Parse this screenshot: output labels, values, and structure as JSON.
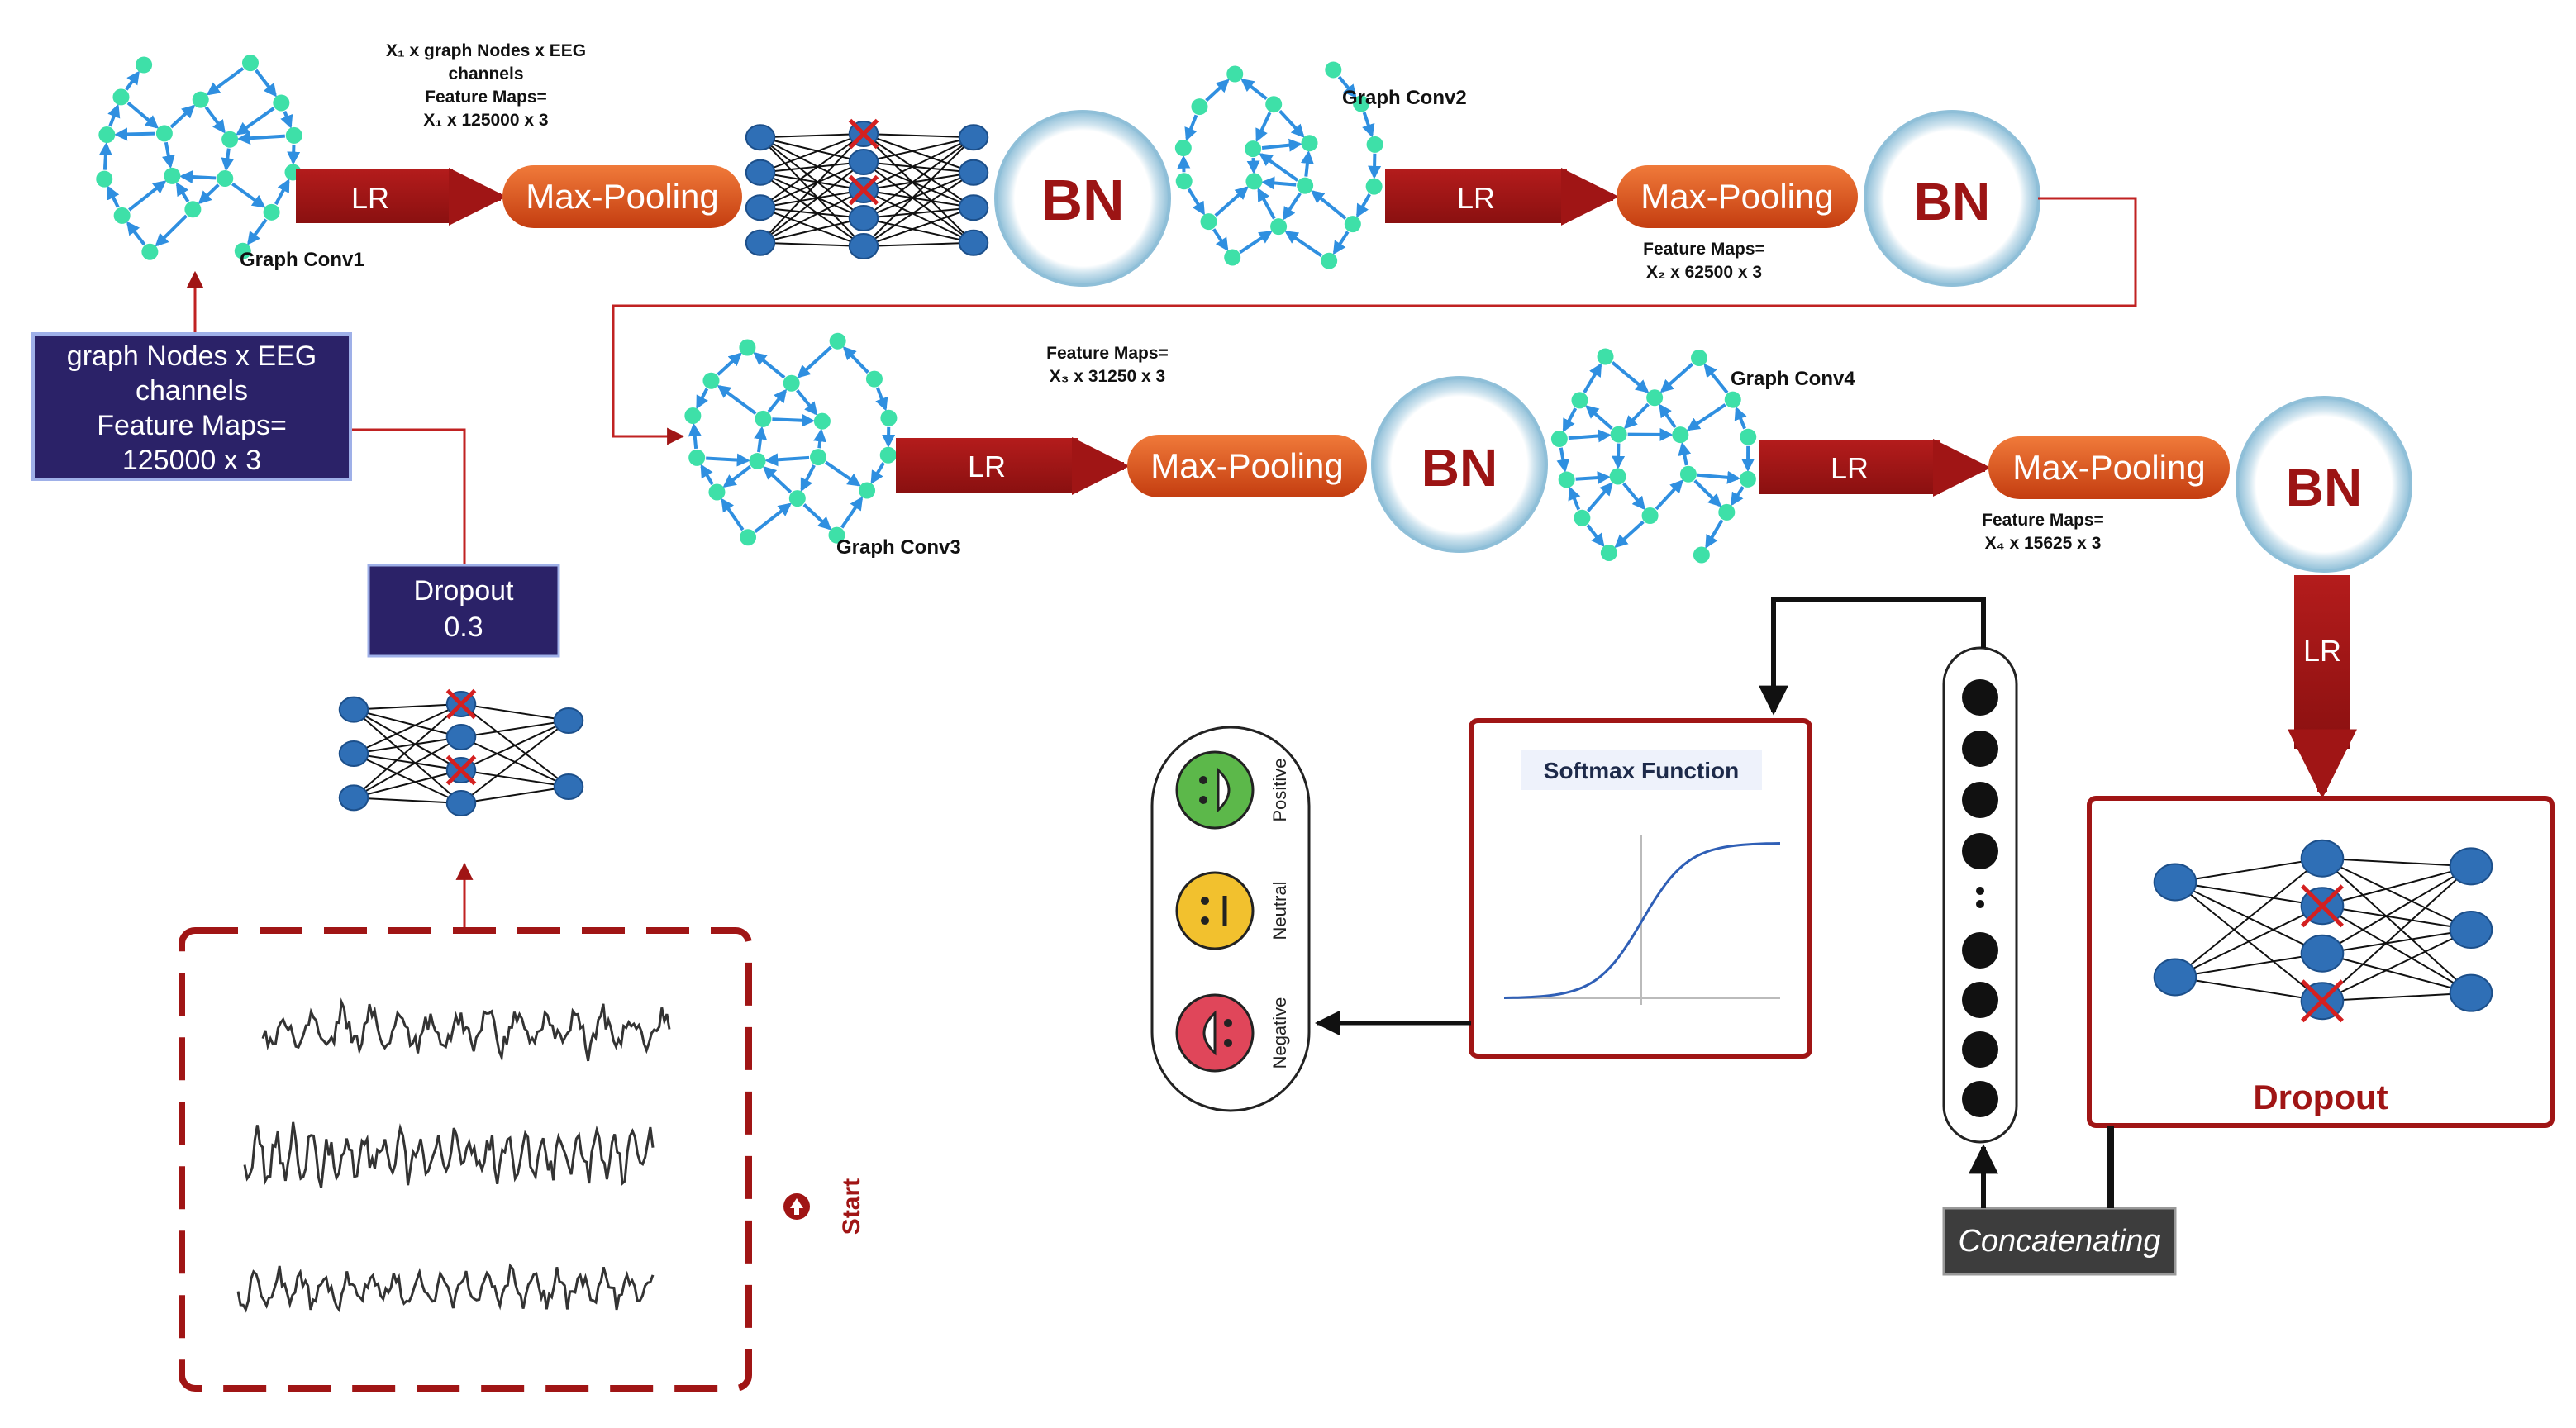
{
  "top_note": {
    "line1": "X₁ x graph Nodes x EEG",
    "line2": "channels",
    "line3": "Feature Maps=",
    "line4": "X₁ x 125000 x 3"
  },
  "graph_conv1": "Graph Conv1",
  "graph_conv2": "Graph Conv2",
  "graph_conv3": "Graph Conv3",
  "graph_conv4": "Graph Conv4",
  "lr": "LR",
  "max_pooling": "Max-Pooling",
  "bn": "BN",
  "fm2": {
    "line1": "Feature Maps=",
    "line2": "X₂ x 62500 x 3"
  },
  "fm3": {
    "line1": "Feature Maps=",
    "line2": "X₃ x 31250 x 3"
  },
  "fm4": {
    "line1": "Feature Maps=",
    "line2": "X₄ x 15625 x 3"
  },
  "input_box": {
    "line1": "graph Nodes x EEG",
    "line2": "channels",
    "line3": "Feature Maps=",
    "line4": "125000 x 3"
  },
  "dropout_small": {
    "line1": "Dropout",
    "line2": "0.3"
  },
  "start": "Start",
  "softmax_title": "Softmax Function",
  "dropout_big": "Dropout",
  "concatenating": "Concatenating",
  "emotions": {
    "positive": "Positive",
    "neutral": "Neutral",
    "negative": "Negative"
  },
  "colors": {
    "dark_red": "#a01515",
    "orange": "#e2531e",
    "navy": "#2b2268",
    "node_blue": "#2f6fb6",
    "graph_green": "#3ee0a8",
    "graph_edge": "#2f8fe0",
    "bn_ring": "#9cc7de",
    "bn_text": "#9c1414",
    "green_face": "#5cb84a",
    "yellow_face": "#f2c12e",
    "red_face": "#e0465a",
    "gray_label": "#3d3d3d"
  }
}
